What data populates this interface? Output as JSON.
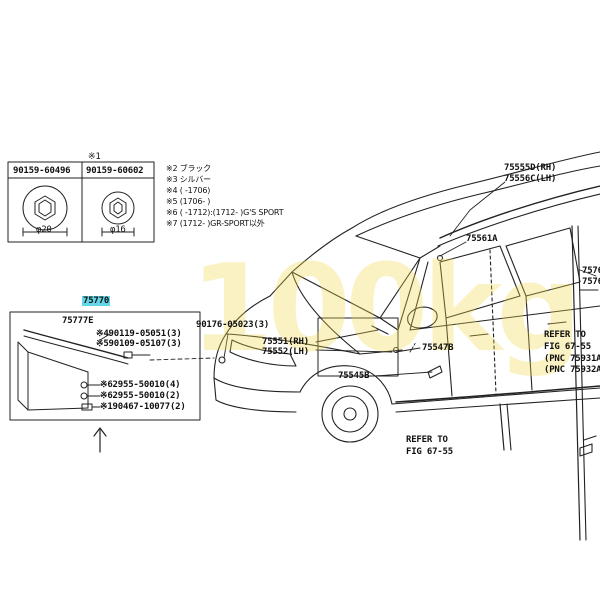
{
  "nut_table": {
    "note_mark": "※1",
    "parts": [
      {
        "number": "90159-60496",
        "dimension": "φ20"
      },
      {
        "number": "90159-60602",
        "dimension": "φ16"
      }
    ]
  },
  "notes": [
    "※2 ブラック",
    "※3 シルバー",
    "※4 (    -1706)",
    "※5 (1706-    )",
    "※6 (    -1712):(1712-    )G'S SPORT",
    "※7 (1712-    )GR-SPORT以外"
  ],
  "kit": {
    "number": "75770",
    "sub_parts": [
      {
        "number": "75777E"
      },
      {
        "number": "※490119-05051(3)"
      },
      {
        "number": "※590109-05107(3)"
      },
      {
        "number": "※62955-50010(4)"
      },
      {
        "number": "※62955-50010(2)"
      },
      {
        "number": "※190467-10077(2)"
      }
    ]
  },
  "callouts": {
    "roof_rh": "75555D(RH)",
    "roof_lh": "75556C(LH)",
    "p75561a": "75561A",
    "p90176": "90176-05023(3)",
    "p75551": "75551(RH)",
    "p75552": "75552(LH)",
    "p75547b": "75547B",
    "p75545b": "75545B",
    "p7576_top": "7576",
    "p7576_bot": "7576",
    "refer_right": {
      "l1": "REFER TO",
      "l2": "FIG 67-55",
      "l3": "(PNC 75931A",
      "l4": "(PNC 75932A"
    },
    "refer_bottom": {
      "l1": "REFER TO",
      "l2": "FIG 67-55"
    }
  },
  "watermark": "100kg",
  "colors": {
    "line": "#222222",
    "highlight": "#62d6e6",
    "watermark": "#f0d746"
  }
}
